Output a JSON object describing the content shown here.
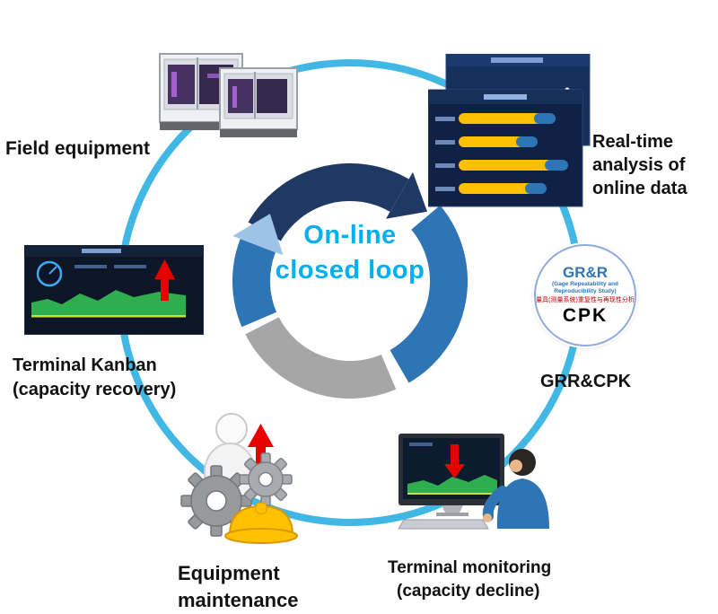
{
  "center": {
    "line1": "On-line",
    "line2": "closed loop"
  },
  "nodes": {
    "field_equipment": {
      "label": "Field equipment"
    },
    "realtime": {
      "lines": [
        "Real-time",
        "analysis of",
        "online data"
      ]
    },
    "grr": {
      "title": "GR&R",
      "sub1": "(Gage Repeatability and",
      "sub2": "Reproducibility Study)",
      "cn": "量具(测量系统)重复性与再现性分析",
      "cpk": "CPK",
      "label": "GRR&CPK"
    },
    "monitoring": {
      "lines": [
        "Terminal monitoring",
        "(capacity decline)"
      ]
    },
    "maintenance": {
      "lines": [
        "Equipment",
        "maintenance"
      ]
    },
    "kanban": {
      "lines": [
        "Terminal Kanban",
        "(capacity recovery)"
      ]
    }
  },
  "colors": {
    "accent_cyan": "#00B0F0",
    "loop_ring": "#41B7E6",
    "donut_navy": "#1F3864",
    "donut_blue": "#2E75B6",
    "donut_light_blue": "#9DC3E6",
    "donut_gray": "#A6A6A6",
    "arrow_red": "#E60000",
    "bar_yellow": "#FFC000",
    "chart_green": "#2FAE4F",
    "grr_blue": "#2E75B6",
    "grr_red": "#C00000"
  }
}
